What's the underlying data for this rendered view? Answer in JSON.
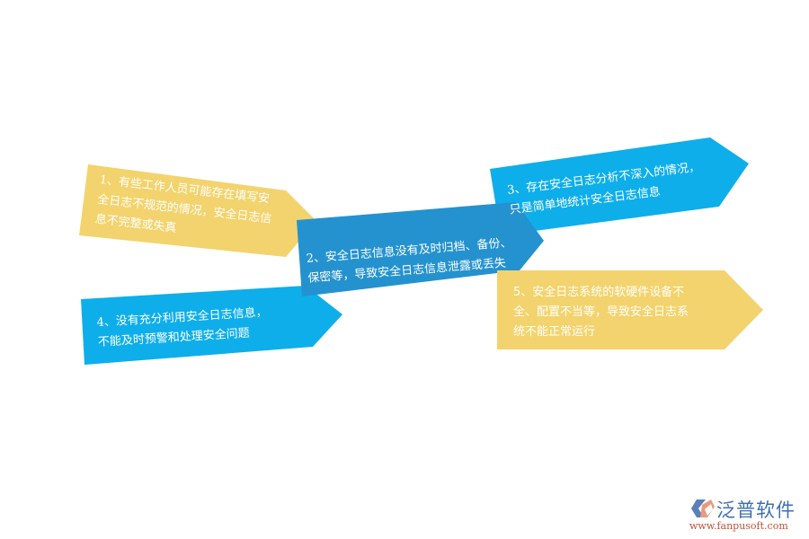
{
  "diagram": {
    "colors": {
      "yellow": "#f3d36d",
      "dark_blue": "#2492cf",
      "cyan": "#0eaeeb",
      "text": "#ffffff"
    },
    "items": [
      {
        "id": 1,
        "color": "yellow",
        "text": "1、有些工作人员可能存在填写安\n全日志不规范的情况，安全日志信\n息不完整或失真"
      },
      {
        "id": 2,
        "color": "dark_blue",
        "text": "2、安全日志信息没有及时归档、备份、\n保密等，导致安全日志信息泄露或丢失"
      },
      {
        "id": 3,
        "color": "cyan",
        "text": "3、存在安全日志分析不深入的情况，\n只是简单地统计安全日志信息"
      },
      {
        "id": 4,
        "color": "cyan",
        "text": "4、没有充分利用安全日志信息，\n不能及时预警和处理安全问题"
      },
      {
        "id": 5,
        "color": "yellow",
        "text": "5、安全日志系统的软硬件设备不\n全、配置不当等，导致安全日志系\n统不能正常运行"
      }
    ]
  },
  "logo": {
    "name": "泛普软件",
    "url": "www.fanpusoft.com"
  }
}
